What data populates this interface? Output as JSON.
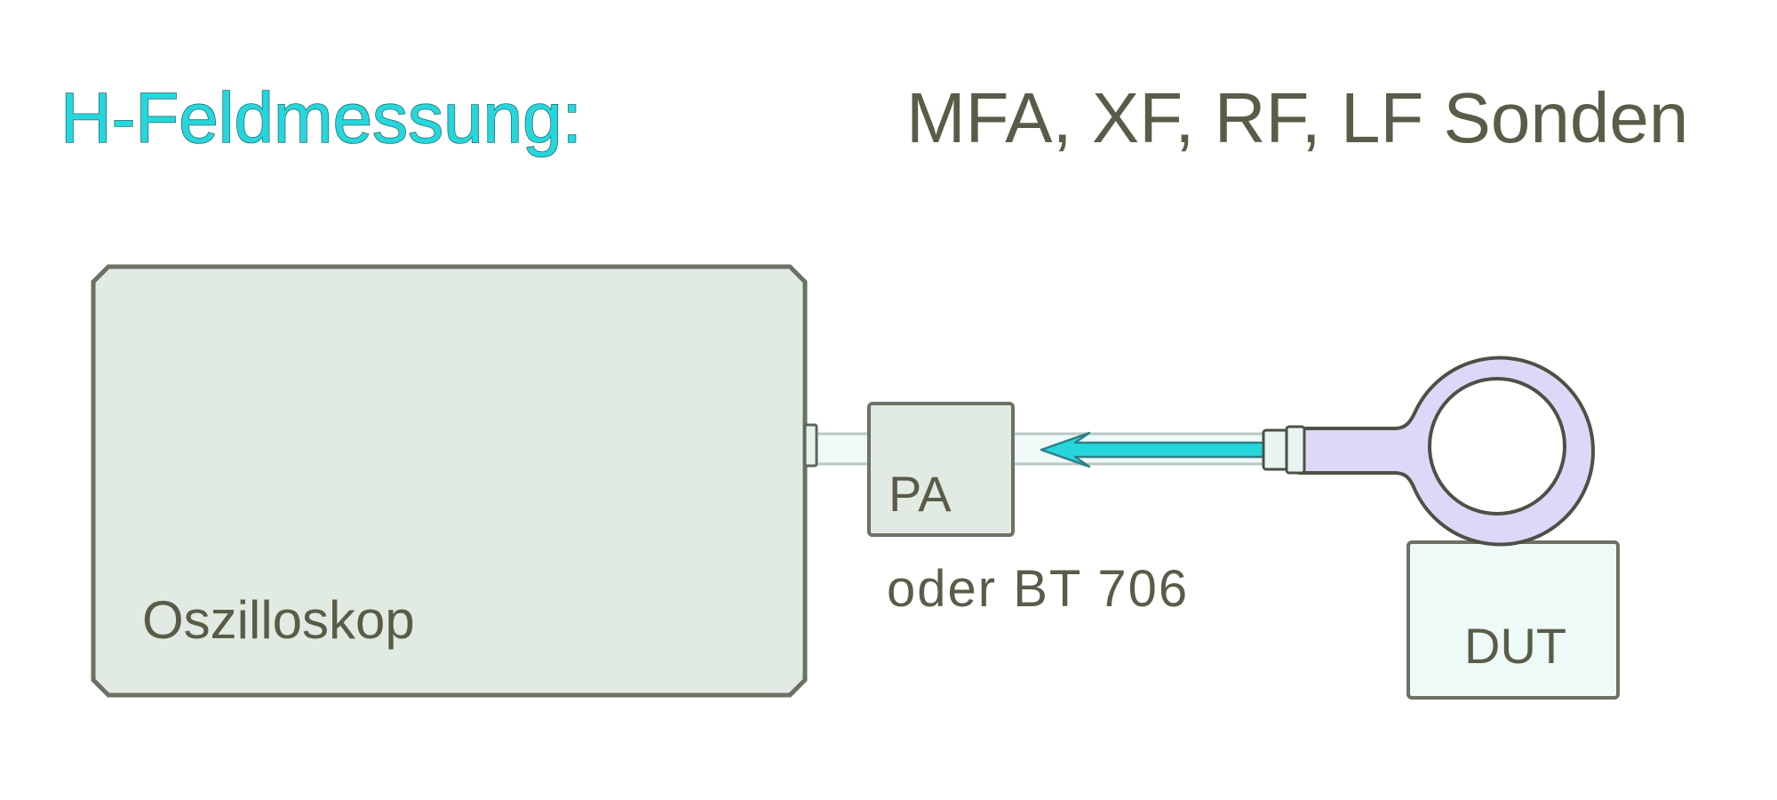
{
  "title": "H-Feldmessung:",
  "subtitle": "MFA, XF, RF, LF Sonden",
  "oscilloscope": {
    "label": "Oszilloskop"
  },
  "preamp": {
    "label": "PA",
    "caption": "oder BT 706"
  },
  "dut": {
    "label": "DUT"
  },
  "colors": {
    "title": "#25d7dc",
    "text": "#5a5c48",
    "box_fill": "#e1eae3",
    "box_stroke": "#6b7263",
    "cable_fill": "#eef9f8",
    "probe_fill": "#ddd8f8",
    "arrow": "#25d7dc",
    "dut_fill": "#eefaf8"
  },
  "icons": {
    "arrow": "signal-direction-arrow",
    "probe": "magnetic-field-loop-probe"
  }
}
